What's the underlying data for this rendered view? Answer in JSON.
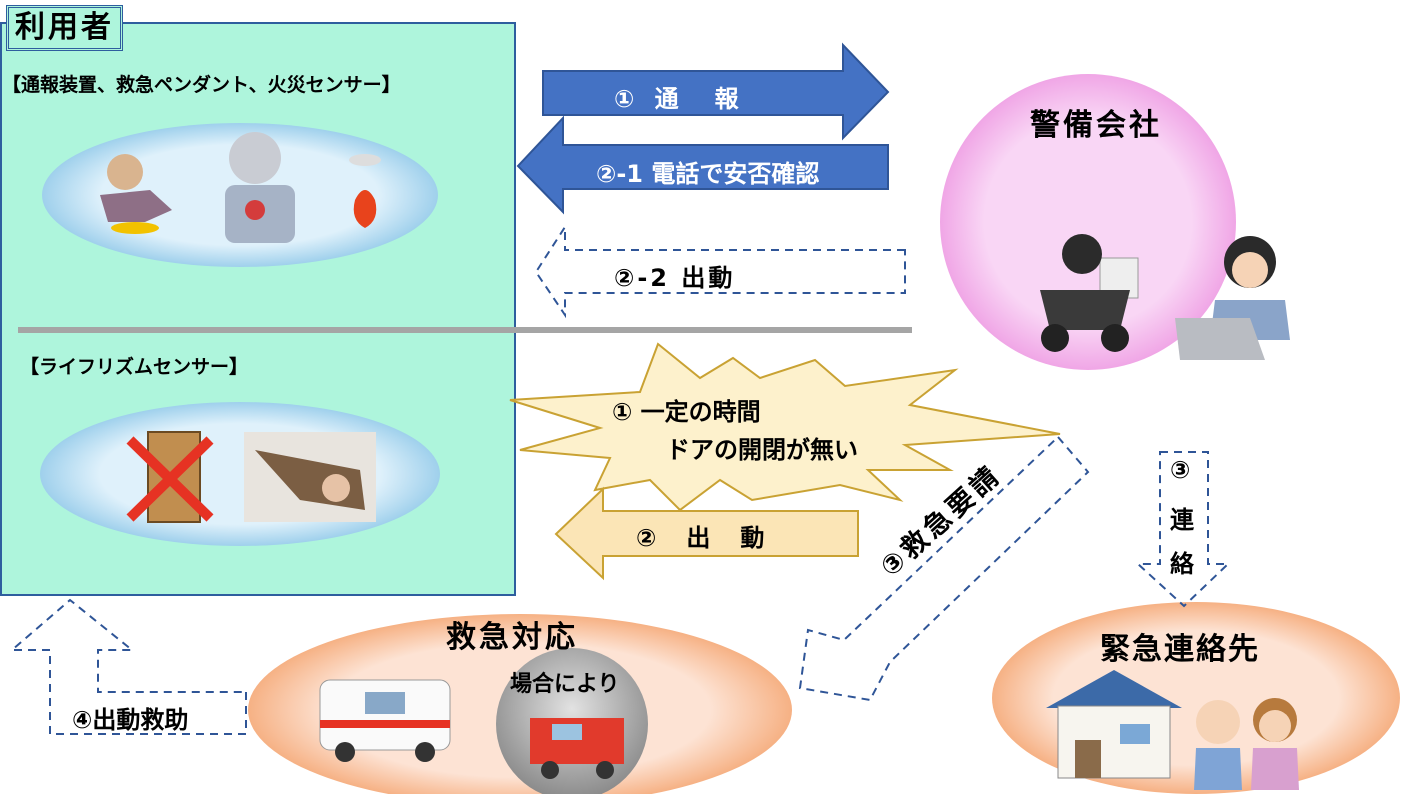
{
  "user_box": {
    "title": "利用者",
    "devices_header": "【通報装置、救急ペンダント、火災センサー】",
    "sensor_header": "【ライフリズムセンサー】"
  },
  "arrows": {
    "report": "① 通　報",
    "phone_check": "②-1 電話で安否確認",
    "dispatch_2_2": "②-2 出動",
    "no_door": "① 一定の時間\n　ドアの開閉が無い",
    "no_door_line1": "① 一定の時間",
    "no_door_line2": "ドアの開閉が無い",
    "dispatch_2": "②　出　動",
    "ambulance_request": "③救急要請",
    "contact_chars": [
      "③",
      "連",
      "絡"
    ],
    "rescue": "④出動救助"
  },
  "security_company": {
    "title": "警備会社"
  },
  "emergency_response": {
    "title": "救急対応",
    "sub_badge": "場合により"
  },
  "emergency_contact": {
    "title": "緊急連絡先"
  },
  "colors": {
    "panel_green": "#aef5dc",
    "blue_arrow": "#4472c4",
    "dashed_blue": "#2f5597",
    "star_fill": "#fdf1cc",
    "beige_arrow": "#fbe5b6",
    "pink_circle": "#f9d6f5",
    "orange_ellipse": "#fde3d4"
  }
}
